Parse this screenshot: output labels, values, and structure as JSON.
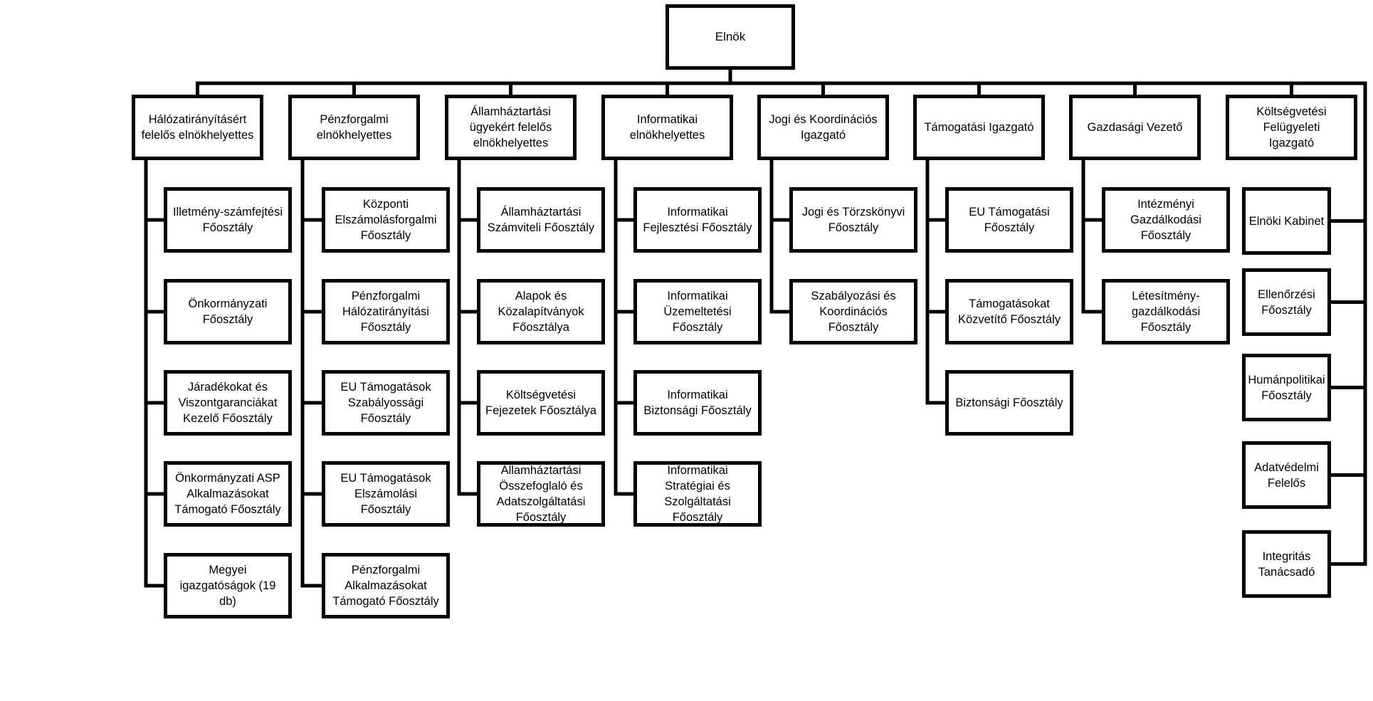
{
  "root": {
    "label": "Elnök"
  },
  "columns": [
    {
      "head": "Hálózatirányításért\nfelelős elnökhelyettes",
      "units": [
        "Illetmény-számfejtési\nFőosztály",
        "Önkormányzati\nFőosztály",
        "Járadékokat és\nViszontgaranciákat\nKezelő Főosztály",
        "Önkormányzati ASP\nAlkalmazásokat\nTámogató Főosztály",
        "Megyei\nigazgatóságok  (19\ndb)"
      ]
    },
    {
      "head": "Pénzforgalmi\nelnökhelyettes",
      "units": [
        "Központi\nElszámolásforgalmi\nFőosztály",
        "Pénzforgalmi\nHálózatirányítási\nFőosztály",
        "EU Támogatások\nSzabályossági\nFőosztály",
        "EU Támogatások\nElszámolási Főosztály",
        "Pénzforgalmi\nAlkalmazásokat\nTámogató Főosztály"
      ]
    },
    {
      "head": "Államháztartási\nügyekért felelős\nelnökhelyettes",
      "units": [
        "Államháztartási\nSzámviteli Főosztály",
        "Alapok és\nKözalapítványok\nFőosztálya",
        "Költségvetési\nFejezetek Főosztálya",
        "Államháztartási\nÖsszefoglaló és\nAdatszolgáltatási\nFőosztály"
      ]
    },
    {
      "head": "Informatikai\nelnökhelyettes",
      "units": [
        "Informatikai\nFejlesztési Főosztály",
        "Informatikai\nÜzemeltetési\nFőosztály",
        "Informatikai\nBiztonsági Főosztály",
        "Informatikai\nStratégiai és\nSzolgáltatási\nFőosztály"
      ]
    },
    {
      "head": "Jogi és Koordinációs\nIgazgató",
      "units": [
        "Jogi és Törzskönyvi\nFőosztály",
        "Szabályozási és\nKoordinációs\nFőosztály"
      ]
    },
    {
      "head": "Támogatási Igazgató",
      "units": [
        "EU Támogatási\nFőosztály",
        "Támogatásokat\nKözvetítő Főosztály",
        "Biztonsági Főosztály"
      ]
    },
    {
      "head": "Gazdasági Vezető",
      "units": [
        "Intézményi\nGazdálkodási\nFőosztály",
        "Létesítmény-\ngazdálkodási\nFőosztály"
      ]
    },
    {
      "head": "Költségvetési\nFelügyeleti\nIgazgató",
      "units": []
    }
  ],
  "staff": [
    "Elnöki Kabinet",
    "Ellenőrzési\nFőosztály",
    "Humánpolitikai\nFőosztály",
    "Adatvédelmi\nFelelős",
    "Integritás\nTanácsadó"
  ],
  "colors": {
    "line": "#000000",
    "box_fill": "#ffffff",
    "text": "#000000"
  }
}
